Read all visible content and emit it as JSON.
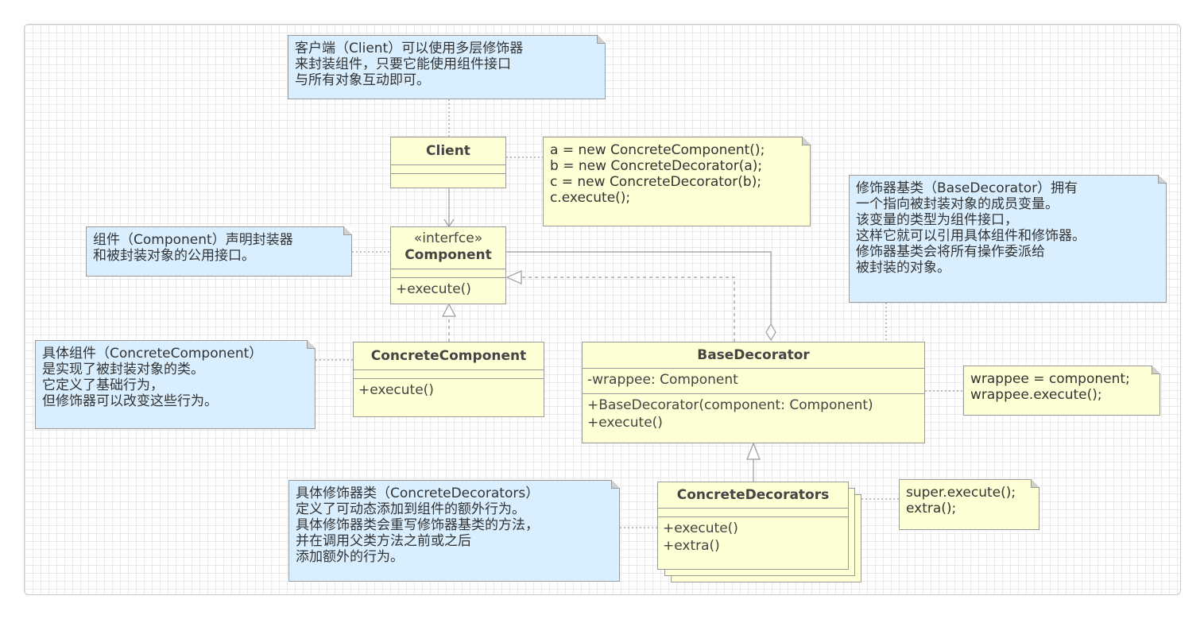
{
  "notes": {
    "client_note": "客户端（Client）可以使用多层修饰器\n来封装组件，只要它能使用组件接口\n与所有对象互动即可。",
    "client_code": "a = new ConcreteComponent();\nb = new ConcreteDecorator(a);\nc = new ConcreteDecorator(b);\nc.execute();",
    "component_note": "组件（Component）声明封装器\n和被封装对象的公用接口。",
    "base_decorator_note": "修饰器基类（BaseDecorator）拥有\n一个指向被封装对象的成员变量。\n该变量的类型为组件接口，\n这样它就可以引用具体组件和修饰器。\n修饰器基类会将所有操作委派给\n被封装的对象。",
    "concrete_component_note": "具体组件（ConcreteComponent）\n是实现了被封装对象的类。\n它定义了基础行为，\n但修饰器可以改变这些行为。",
    "base_decorator_code": "wrappee = component;\nwrappee.execute();",
    "concrete_decorators_note": "具体修饰器类（ConcreteDecorators）\n定义了可动态添加到组件的额外行为。\n具体修饰器类会重写修饰器基类的方法，\n并在调用父类方法之前或之后\n添加额外的行为。",
    "concrete_decorators_code": "super.execute();\nextra();"
  },
  "classes": {
    "client": {
      "name": "Client"
    },
    "component": {
      "stereotype": "«interfce»",
      "name": "Component",
      "methods": "+execute()"
    },
    "concrete_component": {
      "name": "ConcreteComponent",
      "methods": "+execute()"
    },
    "base_decorator": {
      "name": "BaseDecorator",
      "fields": "-wrappee: Component",
      "methods": "+BaseDecorator(component: Component)\n+execute()"
    },
    "concrete_decorators": {
      "name": "ConcreteDecorators",
      "methods": "+execute()\n+extra()"
    }
  },
  "colors": {
    "note_blue": "#d9efff",
    "note_yellow": "#ffffd6",
    "class_fill": "#ffffd6",
    "border": "#9a9a9a",
    "line": "#9a9a9a",
    "grid": "#e9e9e9"
  }
}
